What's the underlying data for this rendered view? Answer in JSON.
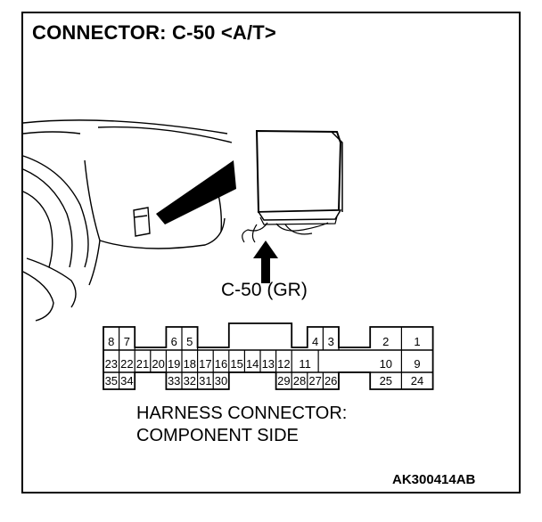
{
  "title": "CONNECTOR: C-50 <A/T>",
  "connector_label": "C-50 (GR)",
  "caption": {
    "line1": "HARNESS CONNECTOR:",
    "line2": "COMPONENT SIDE"
  },
  "figure_code": "AK300414AB",
  "pins": {
    "row1": [
      "8",
      "7",
      "6",
      "5",
      "4",
      "3",
      "2",
      "1"
    ],
    "row2": [
      "23",
      "22",
      "21",
      "20",
      "19",
      "18",
      "17",
      "16",
      "15",
      "14",
      "13",
      "12",
      "11",
      "10",
      "9"
    ],
    "row3": [
      "35",
      "34",
      "33",
      "32",
      "31",
      "30",
      "29",
      "28",
      "27",
      "26",
      "25",
      "24"
    ]
  }
}
